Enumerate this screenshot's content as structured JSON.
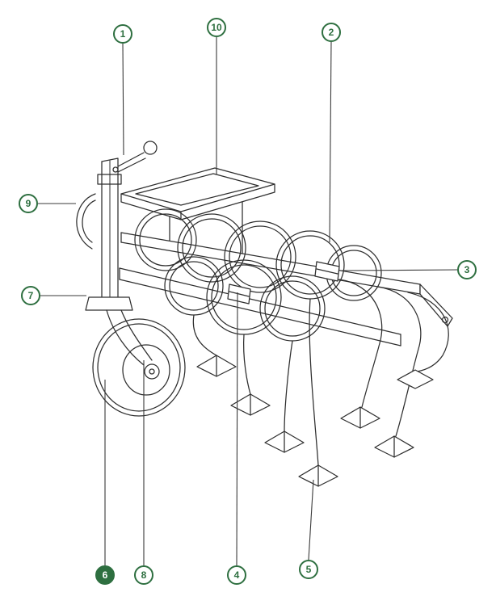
{
  "figure": {
    "type": "parts-diagram",
    "subject": "row-crop cultivator with coil tines, sweeps and gauge wheel",
    "background": "#ffffff",
    "accent_color": "#2e6f40",
    "line_color": "#2e2e2e",
    "leader_color": "#3a3a3a",
    "callouts": [
      {
        "label": "1",
        "filled": false
      },
      {
        "label": "10",
        "filled": false
      },
      {
        "label": "2",
        "filled": false
      },
      {
        "label": "9",
        "filled": false
      },
      {
        "label": "7",
        "filled": false
      },
      {
        "label": "3",
        "filled": false
      },
      {
        "label": "6",
        "filled": true
      },
      {
        "label": "8",
        "filled": false
      },
      {
        "label": "4",
        "filled": false
      },
      {
        "label": "5",
        "filled": false
      }
    ]
  }
}
